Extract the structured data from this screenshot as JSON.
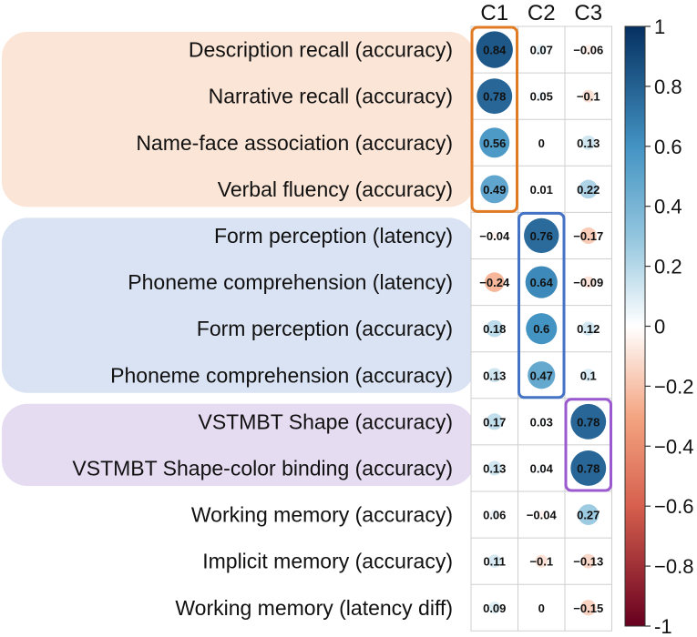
{
  "chart_data": {
    "type": "heatmap",
    "columns": [
      "C1",
      "C2",
      "C3"
    ],
    "rows": [
      "Description recall (accuracy)",
      "Narrative recall (accuracy)",
      "Name-face association (accuracy)",
      "Verbal fluency (accuracy)",
      "Form perception (latency)",
      "Phoneme comprehension (latency)",
      "Form perception (accuracy)",
      "Phoneme comprehension (accuracy)",
      "VSTMBT Shape (accuracy)",
      "VSTMBT Shape-color binding (accuracy)",
      "Working memory (accuracy)",
      "Implicit memory (accuracy)",
      "Working memory (latency diff)"
    ],
    "values": [
      [
        0.84,
        0.07,
        -0.06
      ],
      [
        0.78,
        0.05,
        -0.1
      ],
      [
        0.56,
        0,
        0.13
      ],
      [
        0.49,
        0.01,
        0.22
      ],
      [
        -0.04,
        0.76,
        -0.17
      ],
      [
        -0.24,
        0.64,
        -0.09
      ],
      [
        0.18,
        0.6,
        0.12
      ],
      [
        0.13,
        0.47,
        0.1
      ],
      [
        0.17,
        0.03,
        0.78
      ],
      [
        0.13,
        0.04,
        0.78
      ],
      [
        0.06,
        -0.04,
        0.27
      ],
      [
        0.11,
        -0.1,
        -0.13
      ],
      [
        0.09,
        0,
        -0.15
      ]
    ],
    "colorbar": {
      "range": [
        -1,
        1
      ],
      "ticks": [
        -1,
        -0.8,
        -0.6,
        -0.4,
        -0.2,
        0,
        0.2,
        0.4,
        0.6,
        0.8,
        1
      ],
      "tick_labels": [
        "-1",
        "−0.8",
        "−0.6",
        "−0.4",
        "−0.2",
        "0",
        "0.2",
        "0.4",
        "0.6",
        "0.8",
        "1"
      ]
    },
    "row_groups": [
      {
        "rows": [
          0,
          3
        ],
        "color": "#fbe5d6"
      },
      {
        "rows": [
          4,
          7
        ],
        "color": "#dae3f3"
      },
      {
        "rows": [
          8,
          9
        ],
        "color": "#e6dcf2"
      }
    ],
    "highlight_boxes": [
      {
        "column": 0,
        "rows": [
          0,
          3
        ],
        "color": "#e07b24"
      },
      {
        "column": 1,
        "rows": [
          4,
          7
        ],
        "color": "#4472c4"
      },
      {
        "column": 2,
        "rows": [
          8,
          9
        ],
        "color": "#9b59d0"
      }
    ]
  }
}
